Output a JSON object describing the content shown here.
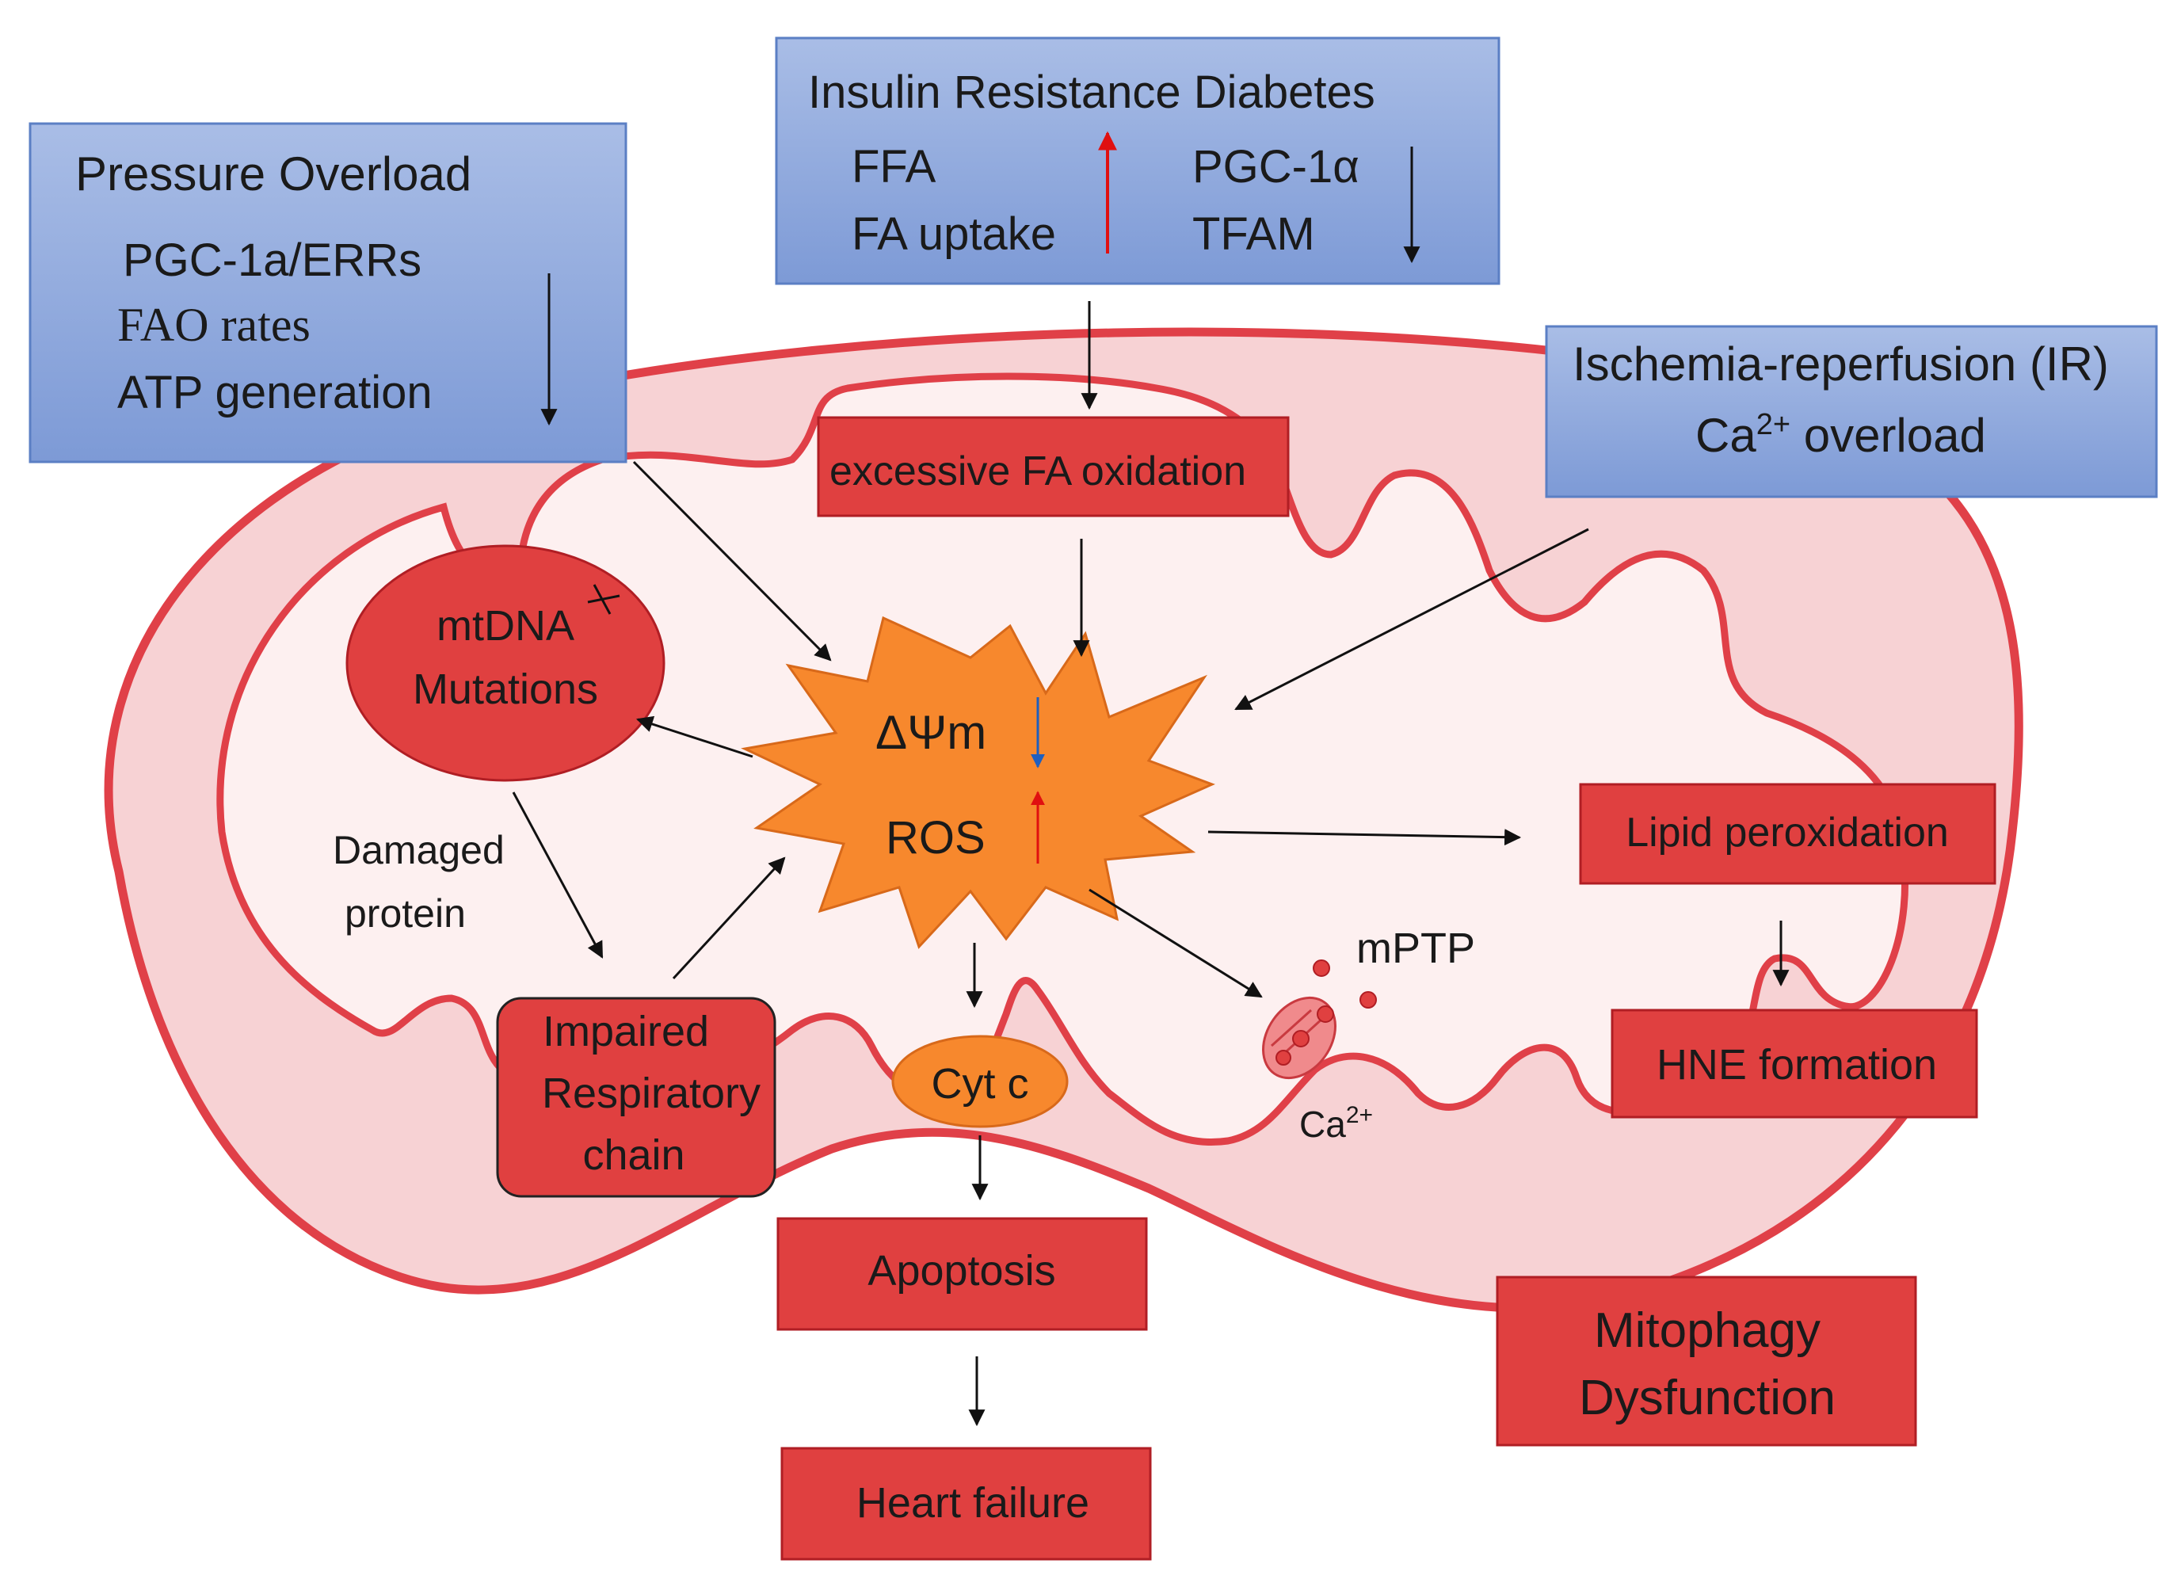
{
  "colors": {
    "outer_membrane": "#e04048",
    "outer_fill": "#f7d2d4",
    "matrix_fill": "#fdf0f0",
    "blue_box_top": "#a9bde6",
    "blue_box_bottom": "#7d9ad6",
    "blue_box_border": "#5b7fc4",
    "red_box_fill": "#e04040",
    "red_box_border": "#b01e24",
    "star_fill": "#f7882d",
    "star_border": "#d8691a",
    "arrow_up_red": "#e01010",
    "arrow_down_blue": "#1f5fbf"
  },
  "pressure_overload": {
    "title": "Pressure Overload",
    "line1": "PGC-1a/ERRs",
    "line2": "FAO rates",
    "line3": "ATP generation"
  },
  "insulin_resistance": {
    "title": "Insulin Resistance Diabetes",
    "left1": "FFA",
    "left2": "FA uptake",
    "right1": "PGC-1α",
    "right2": "TFAM"
  },
  "ischemia": {
    "title": "Ischemia-reperfusion (IR)",
    "ca_base": "Ca",
    "ca_sup": "2+",
    "ca_rest": " overload"
  },
  "fa_oxidation": "excessive FA oxidation",
  "mtdna": {
    "line1": "mtDNA",
    "line2": "Mutations"
  },
  "star": {
    "dpsi": "ΔΨm",
    "ros": "ROS"
  },
  "damaged_protein": {
    "line1": "Damaged",
    "line2": "protein"
  },
  "respiratory_chain": {
    "line1": "Impaired",
    "line2": "Respiratory",
    "line3": "chain"
  },
  "cyt_c": "Cyt c",
  "mptp": "mPTP",
  "ca_label": {
    "base": "Ca",
    "sup": "2+"
  },
  "lipid_peroxidation": "Lipid peroxidation",
  "hne_formation": "HNE formation",
  "apoptosis": "Apoptosis",
  "heart_failure": "Heart failure",
  "mitophagy": {
    "line1": "Mitophagy",
    "line2": "Dysfunction"
  }
}
